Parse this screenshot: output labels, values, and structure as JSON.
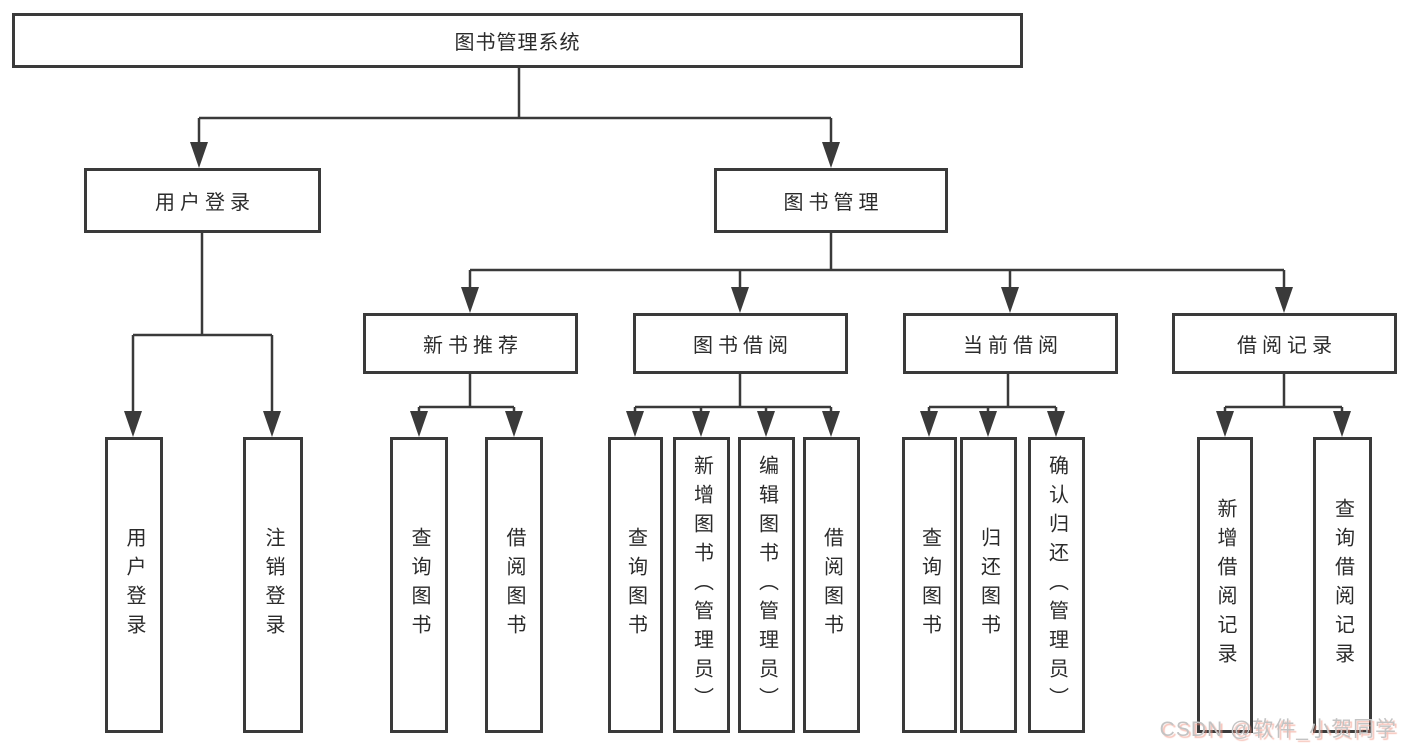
{
  "colors": {
    "line": "#3a3a3a",
    "box_border": "#3a3a3a",
    "text": "#2b2b2b",
    "background": "#ffffff",
    "watermark_gray": "#c3c3c3",
    "watermark_pink": "#ef8f7e"
  },
  "diagram": {
    "root_label": "图书管理系统",
    "user_login": {
      "label": "用户登录",
      "children": [
        {
          "label": "用户登录"
        },
        {
          "label": "注销登录"
        }
      ]
    },
    "book_mgmt": {
      "label": "图书管理",
      "groups": [
        {
          "label": "新书推荐",
          "children": [
            {
              "label": "查询图书"
            },
            {
              "label": "借阅图书"
            }
          ]
        },
        {
          "label": "图书借阅",
          "children": [
            {
              "label": "查询图书"
            },
            {
              "label": "新增图书（管理员）"
            },
            {
              "label": "编辑图书（管理员）"
            },
            {
              "label": "借阅图书"
            }
          ]
        },
        {
          "label": "当前借阅",
          "children": [
            {
              "label": "查询图书"
            },
            {
              "label": "归还图书"
            },
            {
              "label": "确认归还（管理员）"
            }
          ]
        },
        {
          "label": "借阅记录",
          "children": [
            {
              "label": "新增借阅记录"
            },
            {
              "label": "查询借阅记录"
            }
          ]
        }
      ]
    }
  },
  "watermark": {
    "text": "CSDN @软件_小贺同学"
  }
}
